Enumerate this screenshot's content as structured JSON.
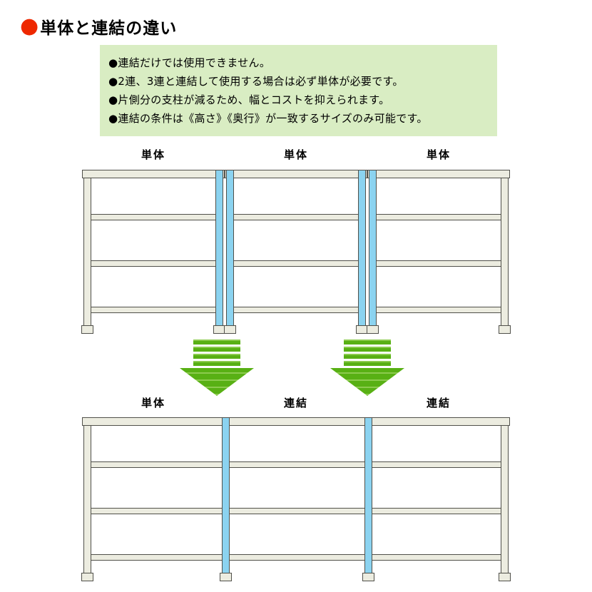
{
  "title": {
    "bullet": "●",
    "text": "単体と連結の違い"
  },
  "notes": {
    "items": [
      "●連結だけでは使用できません。",
      "●2連、3連と連結して使用する場合は必ず単体が必要です。",
      "●片側分の支柱が減るため、幅とコストを抑えられます。",
      "●連結の条件は《高さ》《奥行》が一致するサイズのみ可能です。"
    ]
  },
  "diagram_top": {
    "labels": [
      "単体",
      "単体",
      "単体"
    ]
  },
  "diagram_bottom": {
    "labels": [
      "単体",
      "連結",
      "連結"
    ]
  },
  "colors": {
    "title_bullet": "#ee2800",
    "notes_background": "#d9edc3",
    "frame_fill": "#ecece0",
    "frame_outline": "#50504a",
    "post_highlight_blue": "#8bd3f0",
    "arrow_green": "#58b014",
    "text": "#000000",
    "background": "#ffffff"
  }
}
